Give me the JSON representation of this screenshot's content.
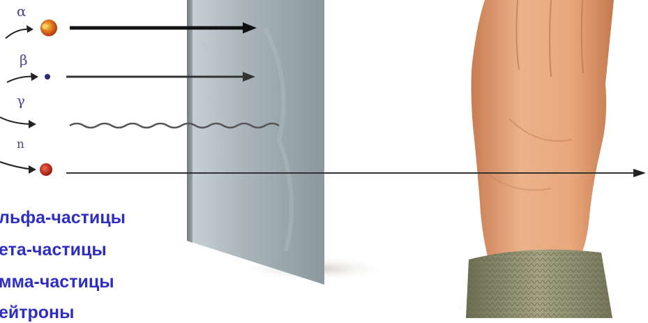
{
  "particles": [
    {
      "symbol": "α",
      "color": "#d87d1a"
    },
    {
      "symbol": "β",
      "color": "#2a2a7a"
    },
    {
      "symbol": "γ",
      "color": "#333333"
    },
    {
      "symbol": "n",
      "color": "#b51a12"
    }
  ],
  "legend": [
    "льфа-частицы",
    "ета-частицы",
    "мма-частицы",
    "ейтроны"
  ],
  "colors": {
    "legend_text": "#2f2fbf",
    "plate": "#9aa7ad",
    "skin": "#e0a075",
    "sleeve": "#8a8a6a",
    "arrow": "#222222"
  }
}
